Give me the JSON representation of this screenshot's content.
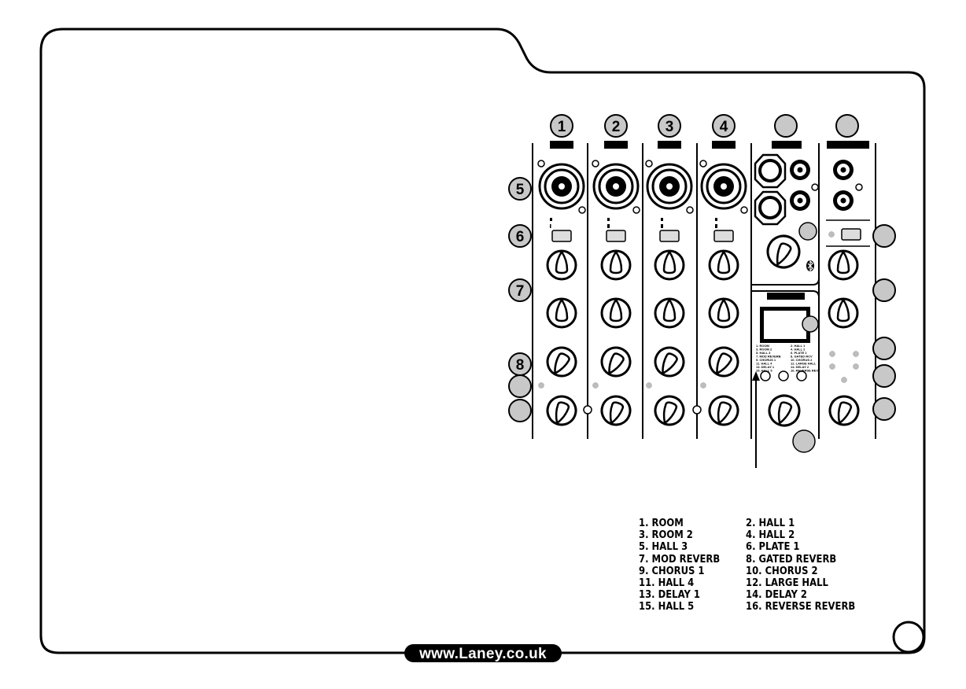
{
  "footer": {
    "url": "www.Laney.co.uk"
  },
  "channels": [
    {
      "number": "1"
    },
    {
      "number": "2"
    },
    {
      "number": "3"
    },
    {
      "number": "4"
    }
  ],
  "callouts": [
    "5",
    "6",
    "7",
    "8"
  ],
  "fx_screen_list": {
    "left": [
      "1.  ROOM",
      "3.  ROOM 2",
      "5.  HALL 3",
      "7.  MOD REVERB",
      "9.  CHORUS 1",
      "11. HALL 4",
      "13. DELAY 1",
      "15. HALL 5"
    ],
    "right": [
      "2.  HALL 1",
      "4.  HALL 2",
      "6.  PLATE 1",
      "8.  GATED RCV",
      "10. CHORUS 2",
      "12. LARGE HALL",
      "14. DELAY 2",
      "16. REVERSE REV"
    ]
  },
  "fx_presets": {
    "left": [
      "1. ROOM",
      "3. ROOM 2",
      "5. HALL 3",
      "7. MOD REVERB",
      "9. CHORUS 1",
      "11. HALL 4",
      "13. DELAY 1",
      "15. HALL 5"
    ],
    "right": [
      "2. HALL 1",
      "4. HALL 2",
      "6. PLATE 1",
      "8. GATED REVERB",
      "10. CHORUS 2",
      "12. LARGE HALL",
      "14. DELAY 2",
      "16. REVERSE REVERB"
    ]
  },
  "colors": {
    "ink": "#000000",
    "callout_fill": "#c8c8c8",
    "led": "#bdbdbd",
    "paper": "#ffffff"
  }
}
